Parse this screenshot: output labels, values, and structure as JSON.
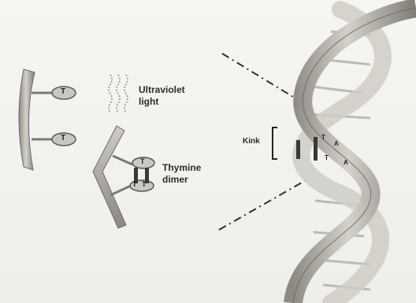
{
  "figure": {
    "labels": {
      "uv_line1": "Ultraviolet",
      "uv_line2": "light",
      "dimer_line1": "Thymine",
      "dimer_line2": "dimer",
      "kink": "Kink"
    },
    "base_letters": {
      "single_top": "T",
      "single_bottom": "T",
      "dimer_top": "T",
      "dimer_left": "T",
      "dimer_right": "T",
      "helix_t1": "T",
      "helix_a1": "A",
      "helix_t2": "T",
      "helix_a2": "A"
    },
    "colors": {
      "backbone": "#a8a59e",
      "backbone_dark": "#6e6b65",
      "text": "#2b2b2b"
    }
  }
}
